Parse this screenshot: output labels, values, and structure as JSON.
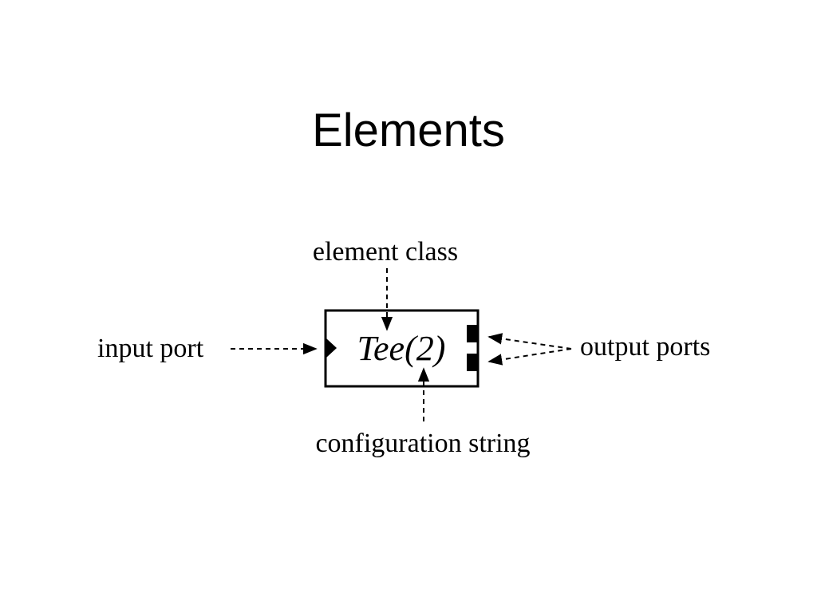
{
  "slide": {
    "title": "Elements"
  },
  "diagram": {
    "element_text": "Tee(2)",
    "labels": {
      "element_class": "element class",
      "input_port": "input port",
      "output_ports": "output ports",
      "configuration_string": "configuration string"
    }
  }
}
